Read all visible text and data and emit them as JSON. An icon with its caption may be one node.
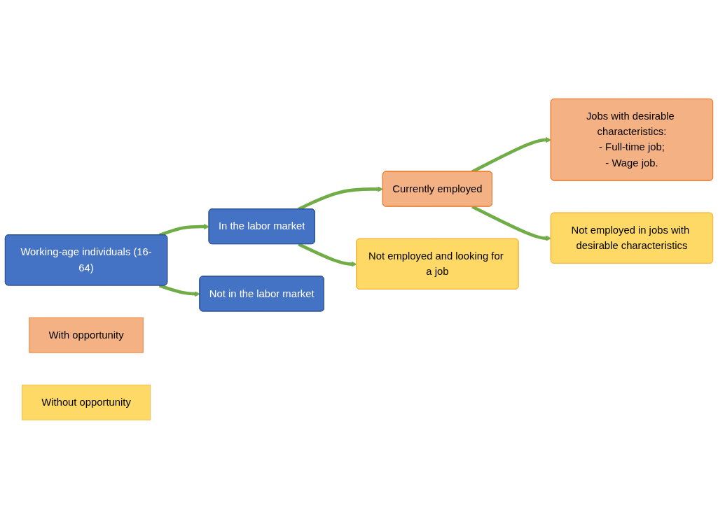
{
  "diagram": {
    "nodes": [
      {
        "text": [
          "Working-age individuals (16-64)"
        ]
      },
      {
        "text": [
          "In the labor market"
        ]
      },
      {
        "text": [
          "Not in the labor market"
        ]
      },
      {
        "text": [
          "With opportunity"
        ]
      },
      {
        "text": [
          "Currently employed"
        ]
      },
      {
        "text": [
          "Not employed and looking for a job"
        ]
      },
      {
        "text": [
          "Jobs with desirable characteristics:",
          "- Full-time job;",
          "- Wage job."
        ]
      },
      {
        "text": [
          "Not employed in jobs with desirable characteristics"
        ]
      },
      {
        "text": [
          "Without opportunity"
        ]
      }
    ],
    "edges": [
      {
        "from": 0,
        "to": 1,
        "arrow": "to"
      },
      {
        "from": 0,
        "to": 2,
        "arrow": "to"
      },
      {
        "from": 1,
        "to": 4,
        "arrow": "to"
      },
      {
        "from": 1,
        "to": 5,
        "arrow": "to"
      },
      {
        "from": 4,
        "to": 6,
        "arrow": "to"
      },
      {
        "from": 4,
        "to": 7,
        "arrow": "to"
      }
    ]
  }
}
